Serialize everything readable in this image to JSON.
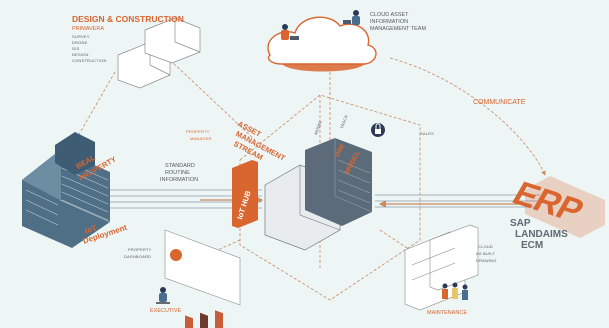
{
  "design_construction": {
    "title": "DESIGN & CONSTRUCTION",
    "subtitle": "PRIMAVERA",
    "items": [
      "SURVEY",
      "DRONE",
      "GIS",
      "DESIGN",
      "CONSTRUCTION"
    ]
  },
  "cloud_team": {
    "label_lines": [
      "CLOUD ASSET",
      "INFORMATION",
      "MANAGEMENT TEAM"
    ]
  },
  "communicate": "COMMUNICATE",
  "property_manager": [
    "PROPERTY",
    "MANAGER"
  ],
  "asset_stream": [
    "ASSET",
    "MANAGEMENT",
    "STREAM"
  ],
  "bim_model": [
    "BIM",
    "MODEL"
  ],
  "side_tags": {
    "model": "MODEL",
    "track": "TRACK",
    "sales": "SALES"
  },
  "real_property": [
    "REAL",
    "PROPERTY"
  ],
  "standard_info": [
    "STANDARD",
    "ROUTINE",
    "INFORMATION"
  ],
  "iot_hub": "IoT HUB",
  "iot_deployment": [
    "IoT",
    "Deployment"
  ],
  "property_dashboard": [
    "PROPERTY",
    "DASHBOARD"
  ],
  "executive": "EXECUTIVE",
  "erp": {
    "logo": "ERP",
    "lines": [
      "SAP",
      "LANDAIMS",
      "ECM"
    ]
  },
  "cloud_drawing": [
    "CLOUD",
    "AS BUILT",
    "DRAWING"
  ],
  "maintenance": "MAINTENANCE",
  "colors": {
    "accent": "#d9652f",
    "line": "#c98a5f",
    "text": "#5a5a5a",
    "building": "#4f6f86"
  }
}
